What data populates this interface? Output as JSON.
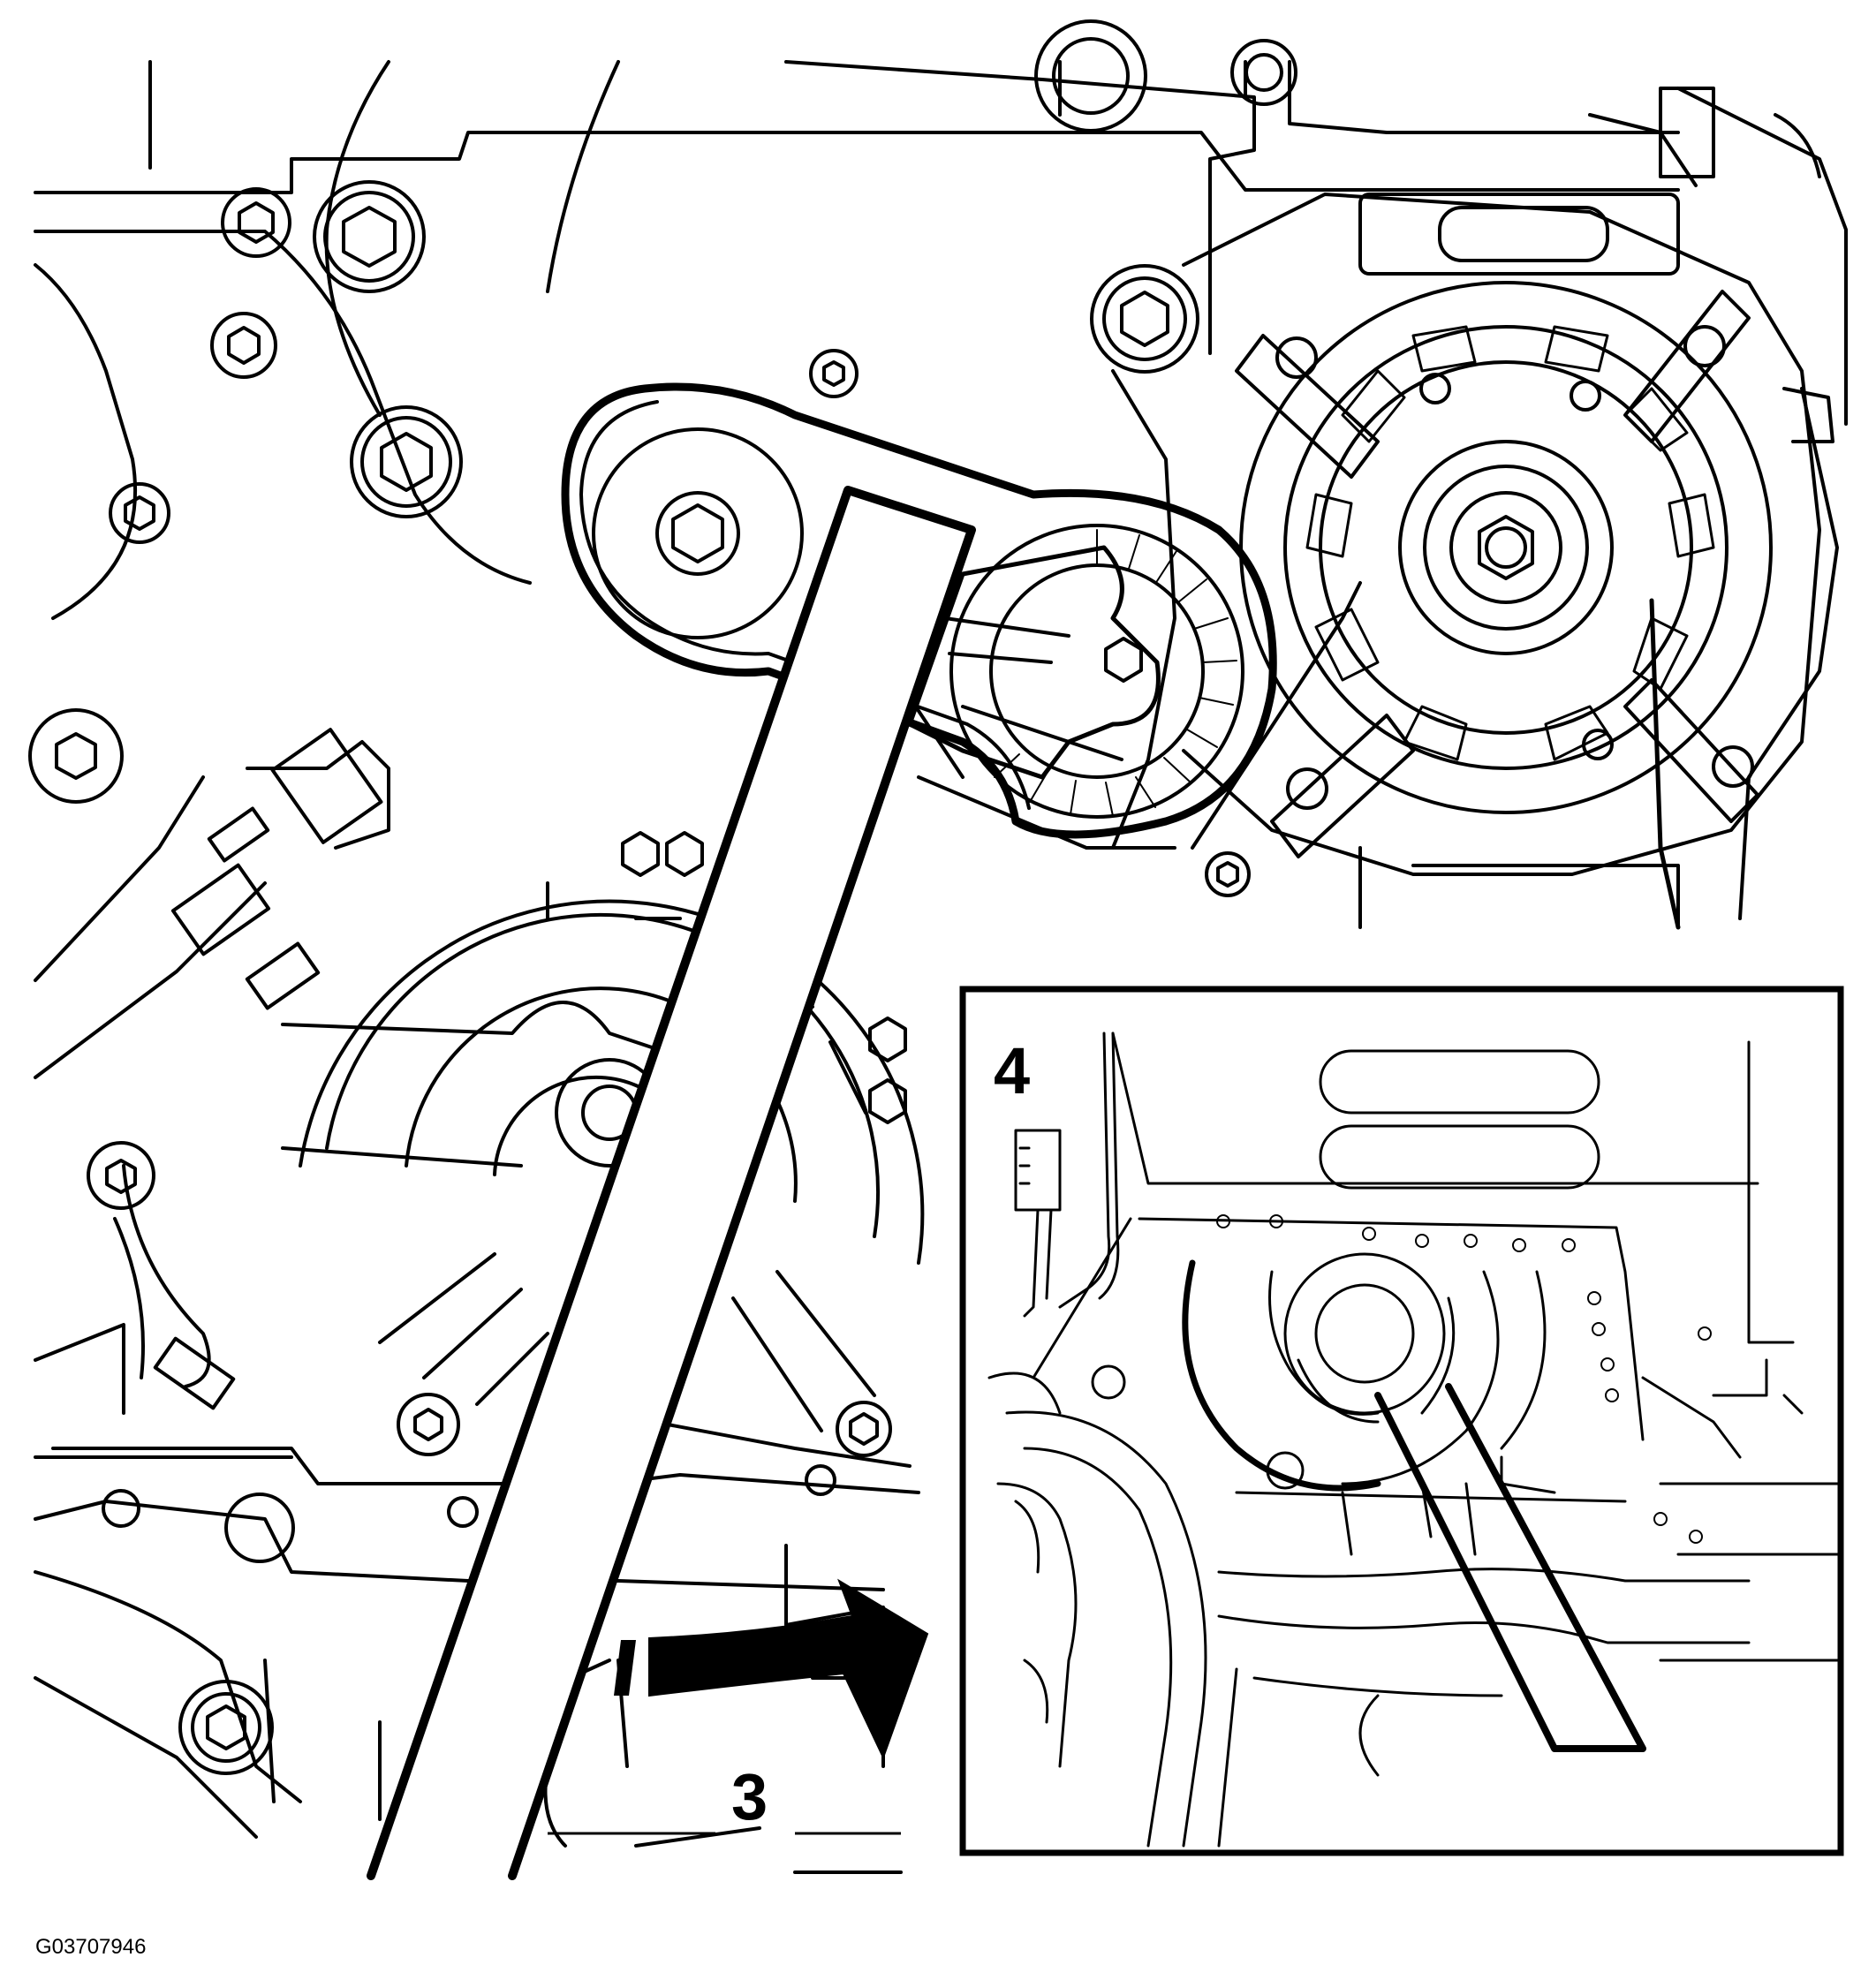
{
  "figure": {
    "id_label": "G03707946",
    "callouts": [
      {
        "label": "3"
      },
      {
        "label": "4"
      }
    ],
    "colors": {
      "line": "#000000",
      "background": "#ffffff"
    }
  }
}
